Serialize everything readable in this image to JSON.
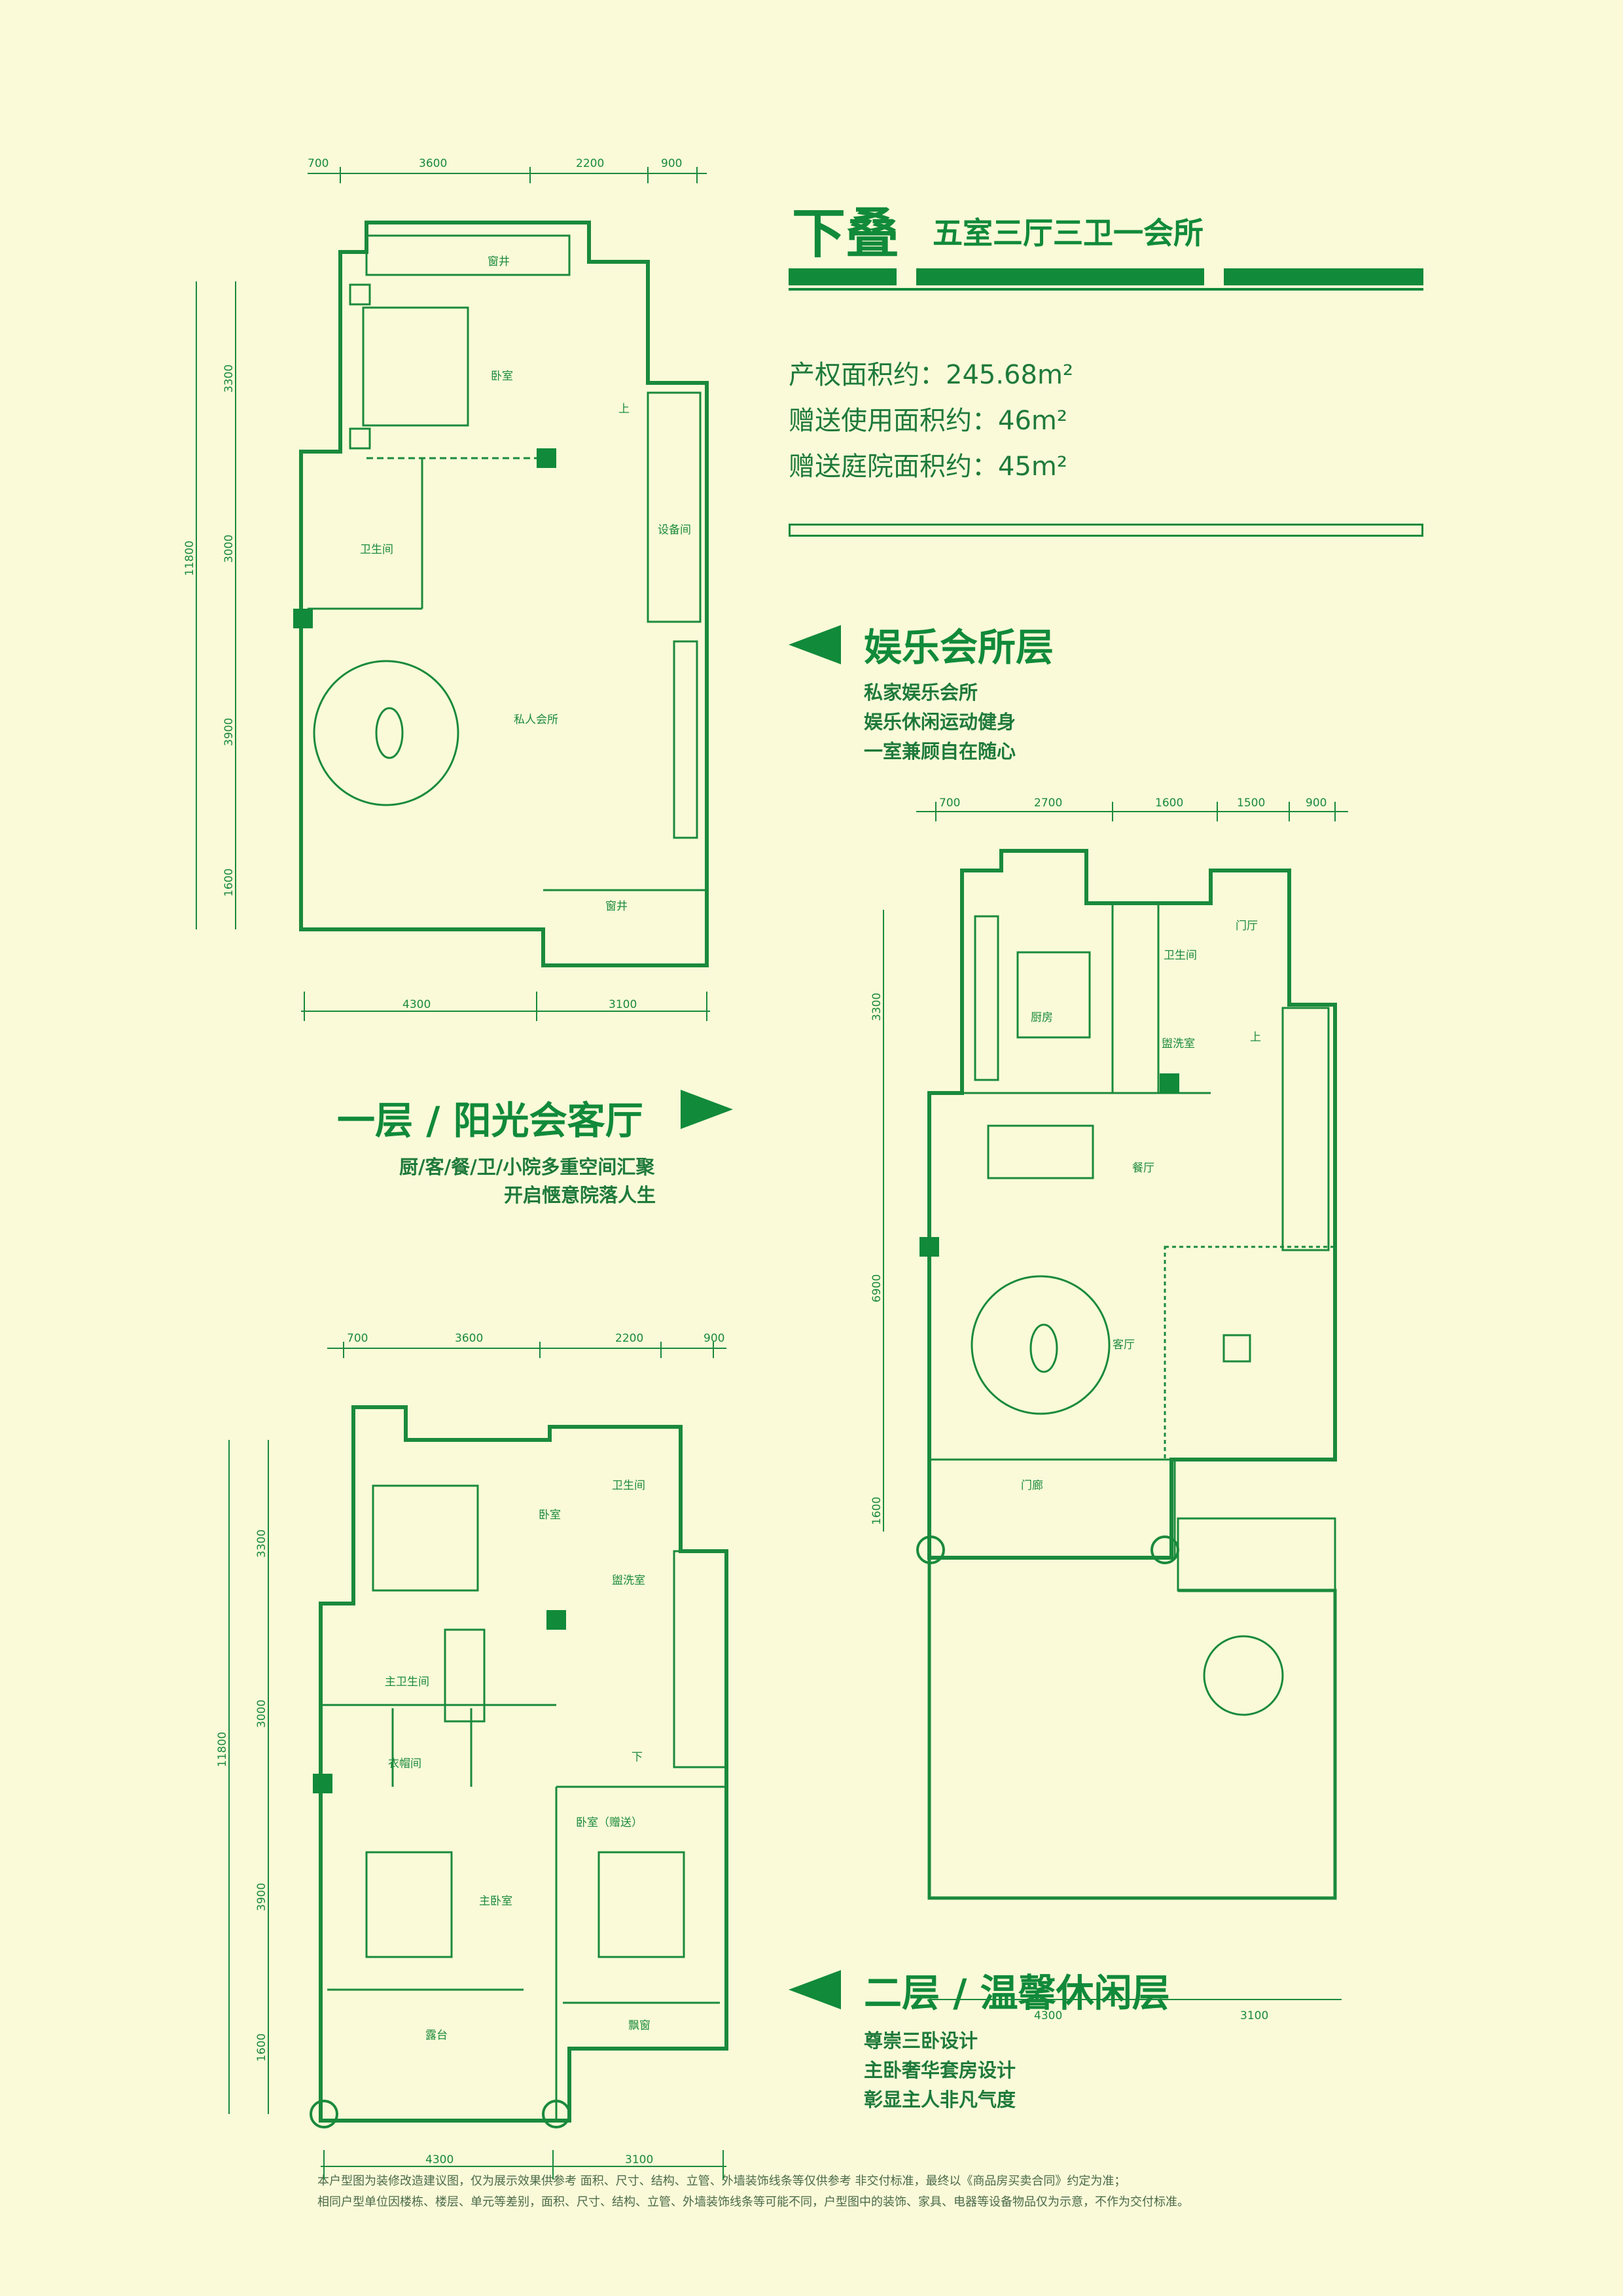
{
  "header": {
    "title_main": "下叠",
    "title_sub": "五室三厅三卫一会所"
  },
  "stats": [
    "产权面积约：245.68m²",
    "赠送使用面积约：46m²",
    "赠送庭院面积约：45m²"
  ],
  "sections": {
    "club": {
      "heading": "娱乐会所层",
      "lines": [
        "私家娱乐会所",
        "娱乐休闲运动健身",
        "一室兼顾自在随心"
      ]
    },
    "first": {
      "heading": "一层 / 阳光会客厅",
      "lines": [
        "厨/客/餐/卫/小院多重空间汇聚",
        "开启惬意院落人生"
      ]
    },
    "second": {
      "heading": "二层 / 温馨休闲层",
      "lines": [
        "尊崇三卧设计",
        "主卧奢华套房设计",
        "彰显主人非凡气度"
      ]
    }
  },
  "plans": {
    "basement": {
      "top_dims": [
        "700",
        "3600",
        "2200",
        "900"
      ],
      "side_dims": [
        "3300",
        "3000",
        "3900",
        "1600"
      ],
      "total": "11800",
      "bottom_dims": [
        "4300",
        "3100"
      ],
      "rooms": [
        "窗井",
        "卧室",
        "上",
        "卫生间",
        "设备间",
        "私人会所",
        "窗井"
      ]
    },
    "first": {
      "top_dims": [
        "700",
        "2700",
        "1600",
        "1500",
        "900"
      ],
      "side_dims": [
        "3300",
        "6900",
        "1600"
      ],
      "bottom_dims": [
        "4300",
        "3100"
      ],
      "rooms": [
        "门厅",
        "卫生间",
        "厨房",
        "盥洗室",
        "上",
        "餐厅",
        "客厅",
        "门廊"
      ]
    },
    "second": {
      "top_dims": [
        "700",
        "3600",
        "2200",
        "900"
      ],
      "side_dims": [
        "3300",
        "3000",
        "3900",
        "1600"
      ],
      "total": "11800",
      "bottom_dims": [
        "4300",
        "3100"
      ],
      "rooms": [
        "卫生间",
        "卧室",
        "盥洗室",
        "主卫生间",
        "衣帽间",
        "下",
        "卧室（赠送）",
        "主卧室",
        "露台",
        "飘窗"
      ]
    }
  },
  "footnotes": [
    "本户型图为装修改造建议图，仅为展示效果供参考 面积、尺寸、结构、立管、外墙装饰线条等仅供参考 非交付标准，最终以《商品房买卖合同》约定为准；",
    "相同户型单位因楼栋、楼层、单元等差别，面积、尺寸、结构、立管、外墙装饰线条等可能不同，户型图中的装饰、家具、电器等设备物品仅为示意，不作为交付标准。"
  ],
  "colors": {
    "accent": "#118a3a",
    "background": "#fafad8"
  }
}
